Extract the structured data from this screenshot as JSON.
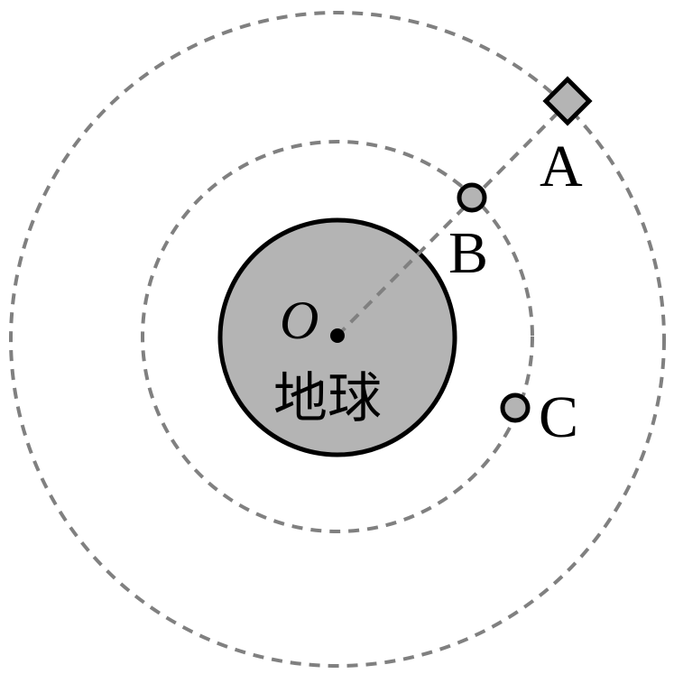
{
  "labels": {
    "A": "A",
    "B": "B",
    "C": "C",
    "O": "O",
    "earth": "地球"
  },
  "colors": {
    "fill": "#b4b4b4",
    "dash": "#808080",
    "stroke": "#000000"
  }
}
